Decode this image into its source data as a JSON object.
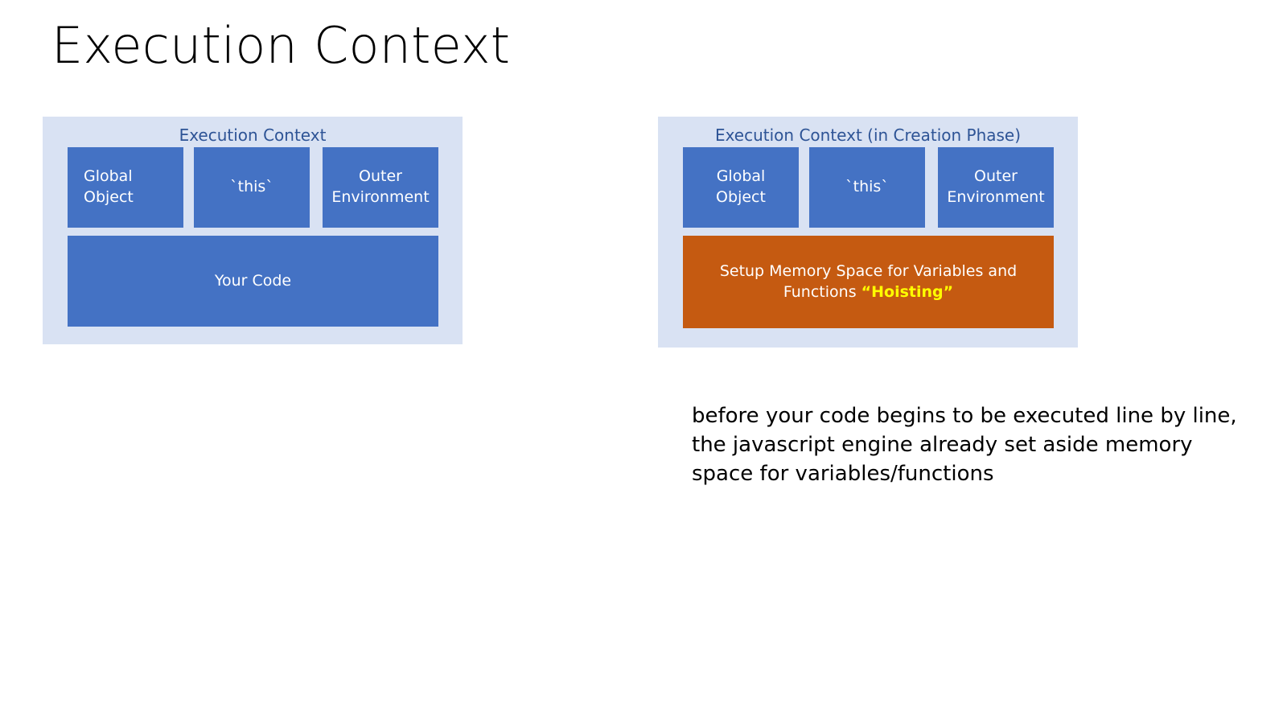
{
  "slide": {
    "title": "Execution Context",
    "colors": {
      "panel_bg": "#d9e2f3",
      "box_blue": "#4472c4",
      "box_orange": "#c55a11",
      "panel_title": "#2e5496",
      "highlight_yellow": "#ffff00",
      "page_bg": "#ffffff",
      "box_text": "#ffffff",
      "body_text": "#000000"
    }
  },
  "left_panel": {
    "title": "Execution Context",
    "boxes": [
      {
        "label": "Global\nObject"
      },
      {
        "label": "`this`"
      },
      {
        "label": "Outer\nEnvironment"
      }
    ],
    "bottom_box": {
      "label": "Your Code"
    }
  },
  "right_panel": {
    "title": "Execution Context (in Creation Phase)",
    "boxes": [
      {
        "label": "Global\nObject"
      },
      {
        "label": "`this`"
      },
      {
        "label": "Outer\nEnvironment"
      }
    ],
    "bottom_box": {
      "line1": "Setup Memory Space for Variables and",
      "line2_prefix": "Functions ",
      "line2_highlight": "“Hoisting”"
    }
  },
  "caption": {
    "text": "before your code begins to be executed line by line, the javascript engine already set aside memory space for variables/functions"
  }
}
